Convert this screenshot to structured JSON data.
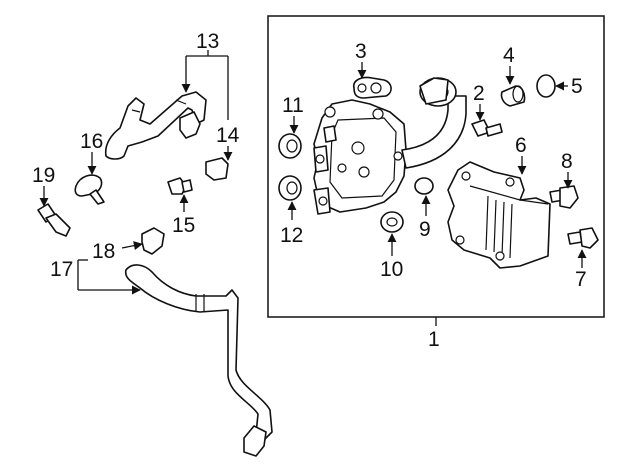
{
  "callouts": [
    {
      "id": "1",
      "text": "1"
    },
    {
      "id": "2",
      "text": "2"
    },
    {
      "id": "3",
      "text": "3"
    },
    {
      "id": "4",
      "text": "4"
    },
    {
      "id": "5",
      "text": "5"
    },
    {
      "id": "6",
      "text": "6"
    },
    {
      "id": "7",
      "text": "7"
    },
    {
      "id": "8",
      "text": "8"
    },
    {
      "id": "9",
      "text": "9"
    },
    {
      "id": "10",
      "text": "10"
    },
    {
      "id": "11",
      "text": "11"
    },
    {
      "id": "12",
      "text": "12"
    },
    {
      "id": "13",
      "text": "13"
    },
    {
      "id": "14",
      "text": "14"
    },
    {
      "id": "15",
      "text": "15"
    },
    {
      "id": "16",
      "text": "16"
    },
    {
      "id": "17",
      "text": "17"
    },
    {
      "id": "18",
      "text": "18"
    },
    {
      "id": "19",
      "text": "19"
    }
  ],
  "colors": {
    "line": "#111111",
    "background": "#ffffff"
  }
}
